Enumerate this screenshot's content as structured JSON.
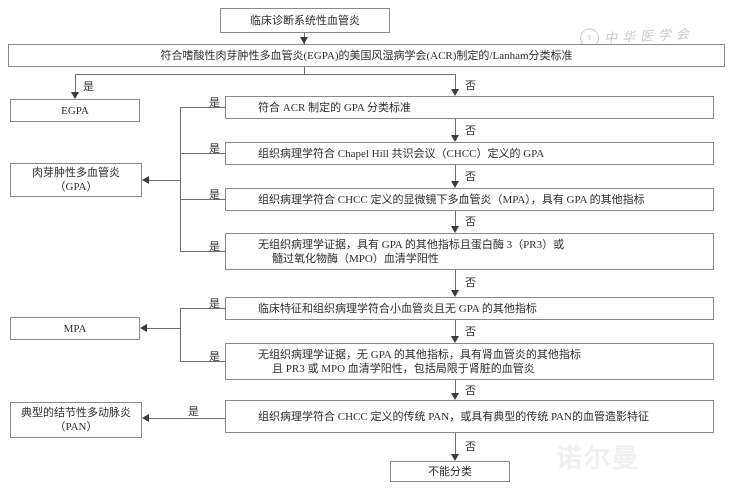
{
  "labels": {
    "yes": "是",
    "no": "否"
  },
  "watermarks": {
    "stamp_text": "中华医学会",
    "faint_text": "诺尔曼"
  },
  "nodes": {
    "start": {
      "text": "临床诊断系统性血管炎"
    },
    "egpa_criteria": {
      "text": "符合嗜酸性肉芽肿性多血管炎(EGPA)的美国风湿病学会(ACR)制定的/Lanham分类标准"
    },
    "acr_gpa": {
      "text": "符合 ACR 制定的 GPA 分类标准"
    },
    "chcc_gpa": {
      "text": "组织病理学符合 Chapel Hill 共识会议（CHCC）定义的 GPA"
    },
    "chcc_mpa": {
      "text": "组织病理学符合 CHCC 定义的显微镜下多血管炎（MPA），具有 GPA 的其他指标"
    },
    "no_histo_gpa": {
      "line1": "无组织病理学证据，具有 GPA 的其他指标且蛋白酶 3（PR3）或",
      "line2": "髓过氧化物酶（MPO）血清学阳性"
    },
    "small_vessel": {
      "text": "临床特征和组织病理学符合小血管炎且无 GPA 的其他指标"
    },
    "renal": {
      "line1": "无组织病理学证据，无 GPA 的其他指标，具有肾血管炎的其他指标",
      "line2": "且 PR3 或 MPO 血清学阳性，包括局限于肾脏的血管炎"
    },
    "pan_criteria": {
      "text": "组织病理学符合 CHCC 定义的传统 PAN，或具有典型的传统 PAN的血管造影特征"
    },
    "unclassified": {
      "text": "不能分类"
    },
    "result_egpa": {
      "text": "EGPA"
    },
    "result_gpa": {
      "line1": "肉芽肿性多血管炎",
      "line2": "（GPA）"
    },
    "result_mpa": {
      "text": "MPA"
    },
    "result_pan": {
      "line1": "典型的结节性多动脉炎",
      "line2": "（PAN）"
    }
  }
}
